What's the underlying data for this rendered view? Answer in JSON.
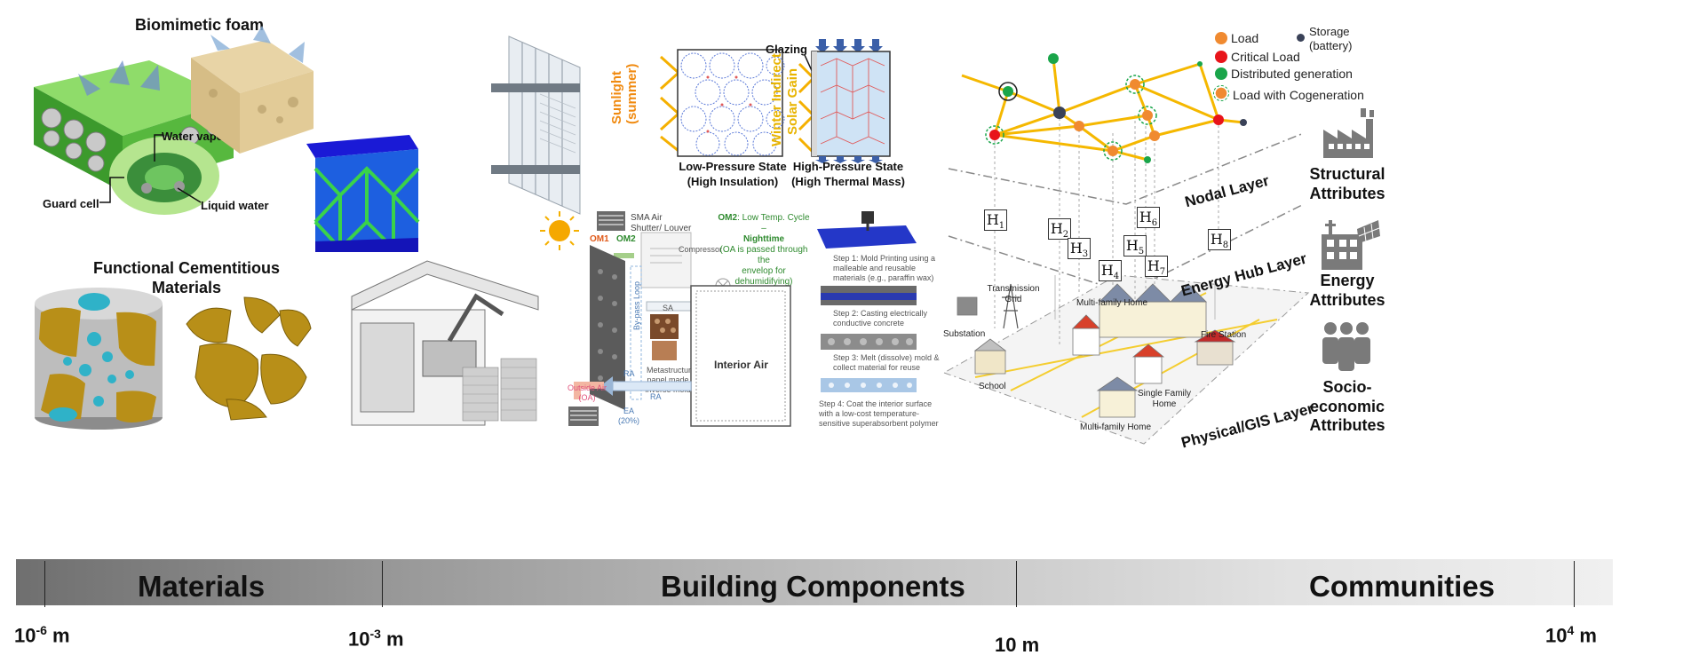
{
  "materials": {
    "biomimetic_title": "Biomimetic foam",
    "water_vapor": "Water vapor",
    "guard_cell": "Guard cell",
    "liquid_water": "Liquid water",
    "cementitious_title_1": "Functional Cementitious",
    "cementitious_title_2": "Materials"
  },
  "components": {
    "sunlight_label": "Sunlight (summer)",
    "winter_label_1": "Winter Indirect",
    "winter_label_2": "Solar Gain",
    "glazing": "Glazing",
    "low_pressure_1": "Low-Pressure State",
    "low_pressure_2": "(High Insulation)",
    "high_pressure_1": "High-Pressure State",
    "high_pressure_2": "(High Thermal Mass)",
    "sma_1": "SMA Air",
    "sma_2": "Shutter/ Louver",
    "om1": "OM1",
    "om2": "OM2",
    "compressor": "Compressor",
    "om2_desc_a": "OM2",
    "om2_desc_b": ": Low Temp. Cycle –",
    "nighttime": "Nighttime",
    "om2_desc_2": "(OA is passed through the",
    "om2_desc_3": "envelop for dehumidifying)",
    "bypass": "By-pass Loop",
    "sa": "SA",
    "ra1": "RA",
    "ra2": "RA",
    "meta_1": "Metastructured",
    "meta_2": "panel made by",
    "meta_3": "'inverse molding'",
    "outside_air_1": "Outside Air",
    "outside_air_2": "(OA)",
    "ea_1": "EA",
    "ea_2": "(20%)",
    "interior_air": "Interior Air",
    "step1_a": "Step 1: Mold Printing using a",
    "step1_b": "malleable and reusable",
    "step1_c": "materials (e.g., paraffin wax)",
    "step2_a": "Step 2: Casting electrically",
    "step2_b": "conductive concrete",
    "step3_a": "Step 3: Melt (dissolve) mold &",
    "step3_b": "collect material for reuse",
    "step4_a": "Step 4: Coat the interior surface",
    "step4_b": "with a low-cost temperature-",
    "step4_c": "sensitive superabsorbent polymer"
  },
  "community": {
    "legend": {
      "load": "Load",
      "critical": "Critical Load",
      "distributed": "Distributed generation",
      "cogeneration": "Load with Cogeneration",
      "storage_1": "Storage",
      "storage_2": "(battery)"
    },
    "layers": {
      "nodal": "Nodal Layer",
      "energy_hub": "Energy Hub Layer",
      "physical": "Physical/GIS Layer"
    },
    "hubs": [
      "H",
      "H",
      "H",
      "H",
      "H",
      "H",
      "H",
      "H"
    ],
    "hub_subs": [
      "1",
      "2",
      "3",
      "4",
      "5",
      "6",
      "7",
      "8"
    ],
    "places": {
      "transmission_1": "Transmission",
      "transmission_2": "Grid",
      "substation": "Substation",
      "school": "School",
      "multifamily_1": "Multi-family Home",
      "multifamily_2": "Multi-family Home",
      "single_1": "Single Family",
      "single_2": "Home",
      "fire": "Fire Station"
    },
    "attributes": {
      "structural_1": "Structural",
      "structural_2": "Attributes",
      "energy_1": "Energy",
      "energy_2": "Attributes",
      "socio_1": "Socio-",
      "socio_2": "economic",
      "socio_3": "Attributes"
    },
    "colors": {
      "load": "#f08a30",
      "critical": "#e8141a",
      "distributed": "#1aa54a",
      "storage": "#3a4258",
      "line": "#f5b800"
    }
  },
  "scale": {
    "materials": "Materials",
    "building": "Building Components",
    "communities": "Communities",
    "t1_base": "10",
    "t1_exp": "-6",
    "t1_unit": " m",
    "t2_base": "10",
    "t2_exp": "-3",
    "t2_unit": " m",
    "t3": "10 m",
    "t4_base": "10",
    "t4_exp": "4",
    "t4_unit": " m"
  }
}
